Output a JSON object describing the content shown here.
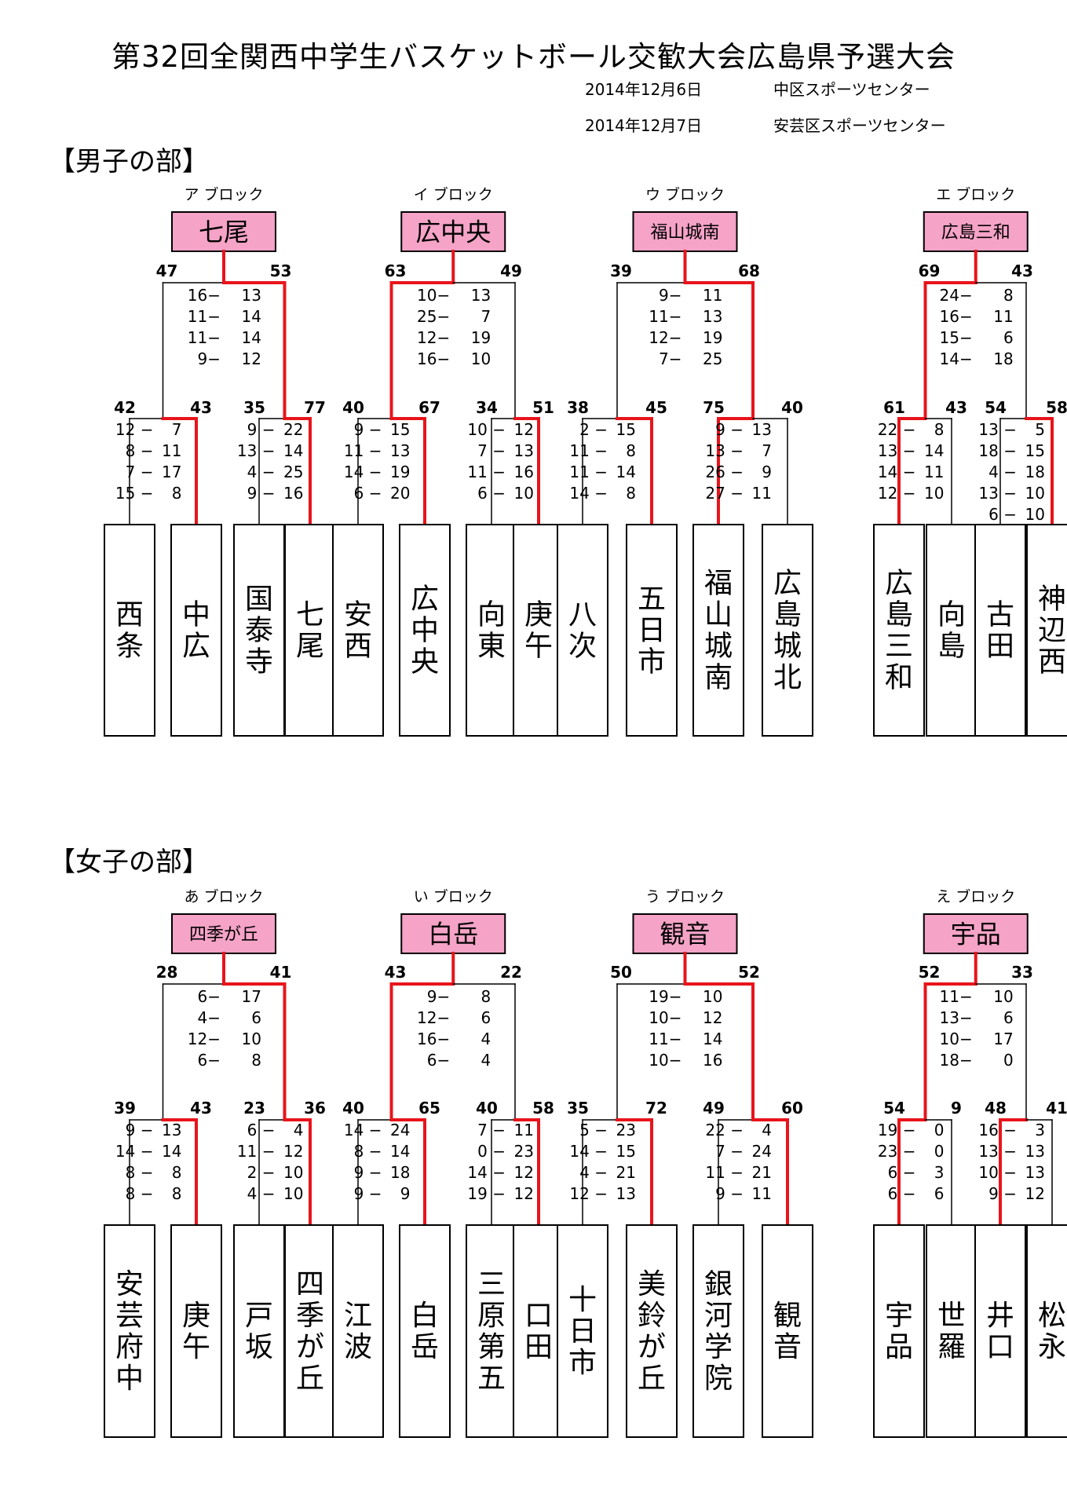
{
  "title": "第32回全関西中学生バスケットボール交歓大会広島県予選大会",
  "venues": [
    {
      "date": "2014年12月6日",
      "place": "中区スポーツセンター"
    },
    {
      "date": "2014年12月7日",
      "place": "安芸区スポーツセンター"
    }
  ],
  "colors": {
    "winner_line": "#e8141b",
    "winner_box": "#f5a3c7"
  },
  "sections": [
    {
      "title": "【男子の部】",
      "blocks": [
        {
          "label": "ア ブロック",
          "winner": "七尾",
          "final": {
            "left": "47",
            "right": "53",
            "quarters": [
              [
                "16",
                "13"
              ],
              [
                "11",
                "14"
              ],
              [
                "11",
                "14"
              ],
              [
                "9",
                "12"
              ]
            ],
            "winner_side": "right"
          },
          "semis": [
            {
              "left": "42",
              "right": "43",
              "quarters": [
                [
                  "12",
                  "7"
                ],
                [
                  "8",
                  "11"
                ],
                [
                  "7",
                  "17"
                ],
                [
                  "15",
                  "8"
                ]
              ],
              "winner_side": "right"
            },
            {
              "left": "35",
              "right": "77",
              "quarters": [
                [
                  "9",
                  "22"
                ],
                [
                  "13",
                  "14"
                ],
                [
                  "4",
                  "25"
                ],
                [
                  "9",
                  "16"
                ]
              ],
              "winner_side": "right"
            }
          ],
          "teams": [
            "西条",
            "中広",
            "国泰寺",
            "七尾"
          ]
        },
        {
          "label": "イ ブロック",
          "winner": "広中央",
          "final": {
            "left": "63",
            "right": "49",
            "quarters": [
              [
                "10",
                "13"
              ],
              [
                "25",
                "7"
              ],
              [
                "12",
                "19"
              ],
              [
                "16",
                "10"
              ]
            ],
            "winner_side": "left"
          },
          "semis": [
            {
              "left": "40",
              "right": "67",
              "quarters": [
                [
                  "9",
                  "15"
                ],
                [
                  "11",
                  "13"
                ],
                [
                  "14",
                  "19"
                ],
                [
                  "6",
                  "20"
                ]
              ],
              "winner_side": "right"
            },
            {
              "left": "34",
              "right": "51",
              "quarters": [
                [
                  "10",
                  "12"
                ],
                [
                  "7",
                  "13"
                ],
                [
                  "11",
                  "16"
                ],
                [
                  "6",
                  "10"
                ]
              ],
              "winner_side": "right"
            }
          ],
          "teams": [
            "安西",
            "広中央",
            "向東",
            "庚午"
          ]
        },
        {
          "label": "ウ ブロック",
          "winner": "福山城南",
          "final": {
            "left": "39",
            "right": "68",
            "quarters": [
              [
                "9",
                "11"
              ],
              [
                "11",
                "13"
              ],
              [
                "12",
                "19"
              ],
              [
                "7",
                "25"
              ]
            ],
            "winner_side": "right"
          },
          "semis": [
            {
              "left": "38",
              "right": "45",
              "quarters": [
                [
                  "2",
                  "15"
                ],
                [
                  "11",
                  "8"
                ],
                [
                  "11",
                  "14"
                ],
                [
                  "14",
                  "8"
                ]
              ],
              "winner_side": "right"
            },
            {
              "left": "75",
              "right": "40",
              "quarters": [
                [
                  "9",
                  "13"
                ],
                [
                  "13",
                  "7"
                ],
                [
                  "26",
                  "9"
                ],
                [
                  "27",
                  "11"
                ]
              ],
              "winner_side": "left"
            }
          ],
          "teams": [
            "八次",
            "五日市",
            "福山城南",
            "広島城北"
          ]
        },
        {
          "label": "エ ブロック",
          "winner": "広島三和",
          "final": {
            "left": "69",
            "right": "43",
            "quarters": [
              [
                "24",
                "8"
              ],
              [
                "16",
                "11"
              ],
              [
                "15",
                "6"
              ],
              [
                "14",
                "18"
              ]
            ],
            "winner_side": "left"
          },
          "semis": [
            {
              "left": "61",
              "right": "43",
              "quarters": [
                [
                  "22",
                  "8"
                ],
                [
                  "13",
                  "14"
                ],
                [
                  "14",
                  "11"
                ],
                [
                  "12",
                  "10"
                ]
              ],
              "winner_side": "left"
            },
            {
              "left": "54",
              "right": "58",
              "quarters": [
                [
                  "13",
                  "5"
                ],
                [
                  "18",
                  "15"
                ],
                [
                  "4",
                  "18"
                ],
                [
                  "13",
                  "10"
                ],
                [
                  "6",
                  "10"
                ]
              ],
              "winner_side": "right"
            }
          ],
          "teams": [
            "広島三和",
            "向島",
            "古田",
            "神辺西"
          ]
        }
      ]
    },
    {
      "title": "【女子の部】",
      "blocks": [
        {
          "label": "あ ブロック",
          "winner": "四季が丘",
          "final": {
            "left": "28",
            "right": "41",
            "quarters": [
              [
                "6",
                "17"
              ],
              [
                "4",
                "6"
              ],
              [
                "12",
                "10"
              ],
              [
                "6",
                "8"
              ]
            ],
            "winner_side": "right"
          },
          "semis": [
            {
              "left": "39",
              "right": "43",
              "quarters": [
                [
                  "9",
                  "13"
                ],
                [
                  "14",
                  "14"
                ],
                [
                  "8",
                  "8"
                ],
                [
                  "8",
                  "8"
                ]
              ],
              "winner_side": "right"
            },
            {
              "left": "23",
              "right": "36",
              "quarters": [
                [
                  "6",
                  "4"
                ],
                [
                  "11",
                  "12"
                ],
                [
                  "2",
                  "10"
                ],
                [
                  "4",
                  "10"
                ]
              ],
              "winner_side": "right"
            }
          ],
          "teams": [
            "安芸府中",
            "庚午",
            "戸坂",
            "四季が丘"
          ]
        },
        {
          "label": "い ブロック",
          "winner": "白岳",
          "final": {
            "left": "43",
            "right": "22",
            "quarters": [
              [
                "9",
                "8"
              ],
              [
                "12",
                "6"
              ],
              [
                "16",
                "4"
              ],
              [
                "6",
                "4"
              ]
            ],
            "winner_side": "left"
          },
          "semis": [
            {
              "left": "40",
              "right": "65",
              "quarters": [
                [
                  "14",
                  "24"
                ],
                [
                  "8",
                  "14"
                ],
                [
                  "9",
                  "18"
                ],
                [
                  "9",
                  "9"
                ]
              ],
              "winner_side": "right"
            },
            {
              "left": "40",
              "right": "58",
              "quarters": [
                [
                  "7",
                  "11"
                ],
                [
                  "0",
                  "23"
                ],
                [
                  "14",
                  "12"
                ],
                [
                  "19",
                  "12"
                ]
              ],
              "winner_side": "right"
            }
          ],
          "teams": [
            "江波",
            "白岳",
            "三原第五",
            "口田"
          ]
        },
        {
          "label": "う ブロック",
          "winner": "観音",
          "final": {
            "left": "50",
            "right": "52",
            "quarters": [
              [
                "19",
                "10"
              ],
              [
                "10",
                "12"
              ],
              [
                "11",
                "14"
              ],
              [
                "10",
                "16"
              ]
            ],
            "winner_side": "right"
          },
          "semis": [
            {
              "left": "35",
              "right": "72",
              "quarters": [
                [
                  "5",
                  "23"
                ],
                [
                  "14",
                  "15"
                ],
                [
                  "4",
                  "21"
                ],
                [
                  "12",
                  "13"
                ]
              ],
              "winner_side": "right"
            },
            {
              "left": "49",
              "right": "60",
              "quarters": [
                [
                  "22",
                  "4"
                ],
                [
                  "7",
                  "24"
                ],
                [
                  "11",
                  "21"
                ],
                [
                  "9",
                  "11"
                ]
              ],
              "winner_side": "right"
            }
          ],
          "teams": [
            "十日市",
            "美鈴が丘",
            "銀河学院",
            "観音"
          ]
        },
        {
          "label": "え ブロック",
          "winner": "宇品",
          "final": {
            "left": "52",
            "right": "33",
            "quarters": [
              [
                "11",
                "10"
              ],
              [
                "13",
                "6"
              ],
              [
                "10",
                "17"
              ],
              [
                "18",
                "0"
              ]
            ],
            "winner_side": "left"
          },
          "semis": [
            {
              "left": "54",
              "right": "9",
              "quarters": [
                [
                  "19",
                  "0"
                ],
                [
                  "23",
                  "0"
                ],
                [
                  "6",
                  "3"
                ],
                [
                  "6",
                  "6"
                ]
              ],
              "winner_side": "left"
            },
            {
              "left": "48",
              "right": "41",
              "quarters": [
                [
                  "16",
                  "3"
                ],
                [
                  "13",
                  "13"
                ],
                [
                  "10",
                  "13"
                ],
                [
                  "9",
                  "12"
                ]
              ],
              "winner_side": "left"
            }
          ],
          "teams": [
            "宇品",
            "世羅",
            "井口",
            "松永"
          ]
        }
      ]
    }
  ]
}
